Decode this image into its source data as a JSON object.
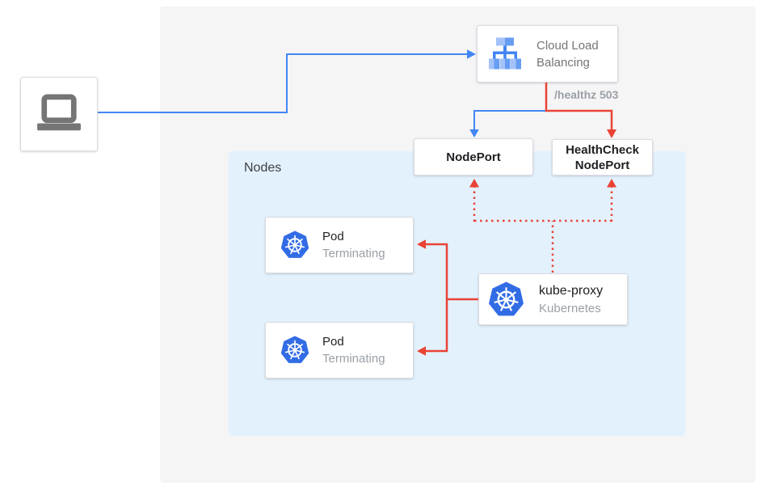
{
  "colors": {
    "accent_blue": "#4285f4",
    "accent_red": "#ea4335",
    "kubernetes_blue": "#326ce5",
    "panel_gray": "#f5f5f6",
    "nodes_panel_blue": "#e3f1fd",
    "icon_gray": "#757575",
    "lb_icon_light_blue": "#a4c2f9",
    "lb_icon_medium_blue": "#669df3"
  },
  "client": {
    "icon": "laptop-icon"
  },
  "cloud_load_balancing": {
    "icon": "cloud-load-balancing-icon",
    "line1": "Cloud Load",
    "line2": "Balancing"
  },
  "healthz_badge": "/healthz 503",
  "nodes_panel": {
    "label": "Nodes"
  },
  "nodeport": {
    "label": "NodePort"
  },
  "healthcheck_nodeport": {
    "line1": "HealthCheck",
    "line2": "NodePort"
  },
  "pods": [
    {
      "icon": "kubernetes-icon",
      "title": "Pod",
      "status": "Terminating"
    },
    {
      "icon": "kubernetes-icon",
      "title": "Pod",
      "status": "Terminating"
    }
  ],
  "kube_proxy": {
    "icon": "kubernetes-icon",
    "title": "kube-proxy",
    "subtitle": "Kubernetes"
  },
  "connections": [
    {
      "name": "client-to-clb",
      "style": "solid",
      "color": "#4285f4"
    },
    {
      "name": "clb-to-nodeport",
      "style": "solid",
      "color": "#4285f4"
    },
    {
      "name": "clb-healthz-to-healthcheck-nodeport",
      "style": "solid",
      "color": "#ea4335"
    },
    {
      "name": "kube-proxy-to-nodeports",
      "style": "dotted",
      "color": "#ea4335"
    },
    {
      "name": "kube-proxy-to-pods",
      "style": "solid",
      "color": "#ea4335"
    }
  ]
}
